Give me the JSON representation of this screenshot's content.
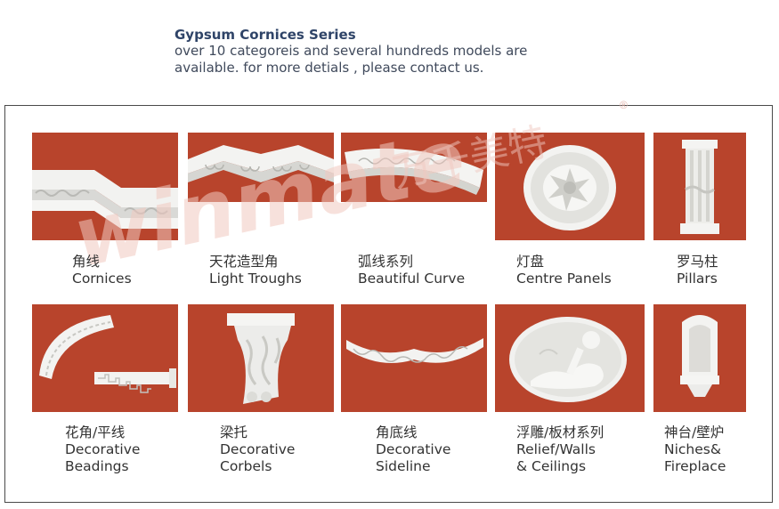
{
  "header": {
    "title": "Gypsum Cornices Series",
    "line1": "over 10 categoreis and several hundreds models are",
    "line2": "available. for more detials , please contact us."
  },
  "watermark": {
    "brand": "winmate",
    "cn": "万千美特",
    "reg": "®"
  },
  "products_row1": [
    {
      "cn": "角线",
      "en": [
        "Cornices"
      ]
    },
    {
      "cn": "天花造型角",
      "en": [
        "Light Troughs"
      ]
    },
    {
      "cn": "弧线系列",
      "en": [
        "Beautiful Curve"
      ]
    },
    {
      "cn": "灯盘",
      "en": [
        "Centre Panels"
      ]
    },
    {
      "cn": "罗马柱",
      "en": [
        "Pillars"
      ]
    }
  ],
  "products_row2": [
    {
      "cn": "花角/平线",
      "en": [
        "Decorative",
        "Beadings"
      ]
    },
    {
      "cn": "梁托",
      "en": [
        "Decorative",
        "Corbels"
      ]
    },
    {
      "cn": "角底线",
      "en": [
        "Decorative",
        "Sideline"
      ]
    },
    {
      "cn": "浮雕/板材系列",
      "en": [
        "Relief/Walls",
        "& Ceilings"
      ]
    },
    {
      "cn": "神台/壁炉",
      "en": [
        "Niches&",
        "Fireplace"
      ]
    }
  ],
  "colors": {
    "tile_bg": "#b8442c",
    "plaster": "#f4f4f2",
    "title": "#2f4468"
  }
}
